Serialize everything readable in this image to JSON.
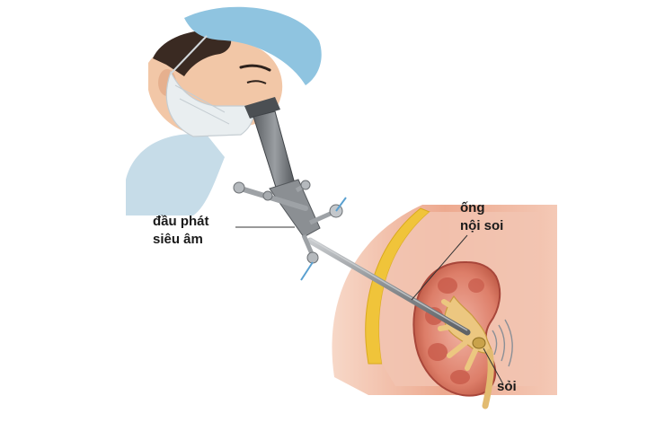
{
  "labels": {
    "probe": {
      "line1": "đầu phát",
      "line2": "siêu âm"
    },
    "scope": {
      "line1": "ống",
      "line2": "nội soi"
    },
    "stone": "sỏi"
  },
  "colors": {
    "skin": "#f2c7a7",
    "cap": "#8fc4e0",
    "mask": "#e9eef0",
    "gown": "#c6dce8",
    "instrument": "#7d8082",
    "fat": "#f0c43a",
    "body_tissue": "#e9a58a",
    "kidney": "#d9725f",
    "kidney_inner": "#e99a8a",
    "collecting_system": "#e8c27a",
    "stone": "#c9a24a",
    "waves": "#8a8f96"
  },
  "icons": [
    "surgeon-figure",
    "nephroscope",
    "kidney",
    "ultrasound-waves"
  ]
}
